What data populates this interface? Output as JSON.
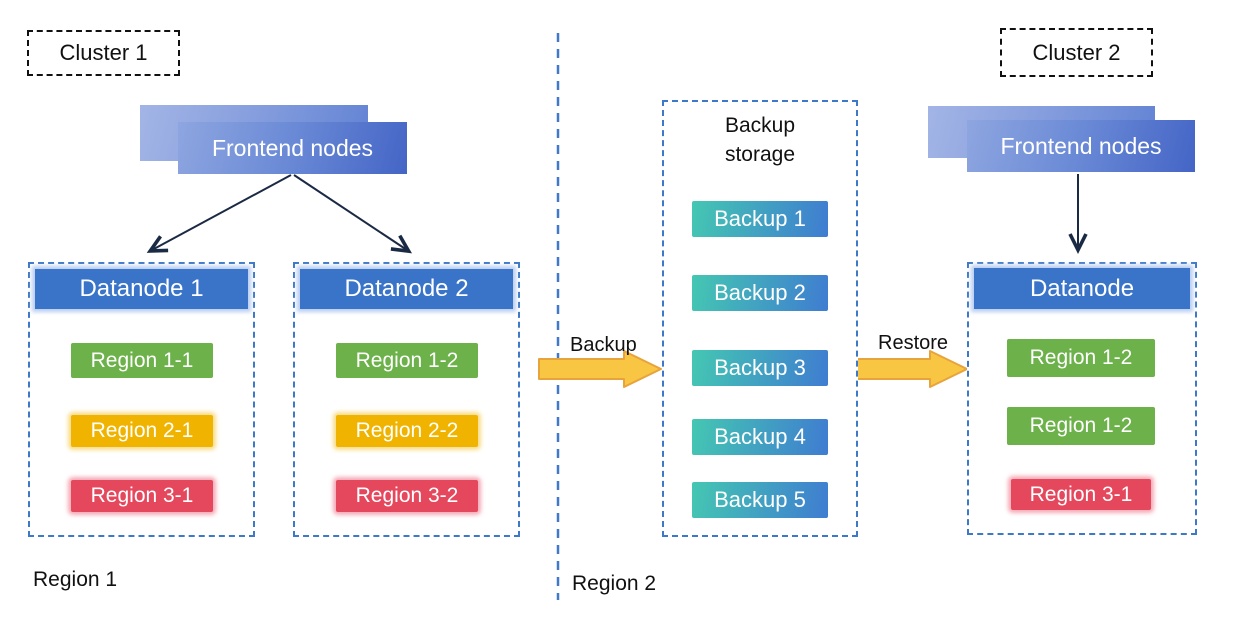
{
  "colors": {
    "dashed_blue": "#3e78c8",
    "header_blue": "#3a74c9",
    "region_green": "#6cb149",
    "region_yellow": "#f0b400",
    "region_red": "#e5485c",
    "backup_gradient_start": "#44c7b2",
    "backup_gradient_end": "#3f7cd1",
    "arrow_yellow_fill": "#f9c643",
    "arrow_yellow_border": "#e8a43c",
    "connector_dark": "#1b2a44"
  },
  "cluster1": {
    "label": "Cluster 1",
    "frontend_label": "Frontend nodes",
    "datanodes": [
      {
        "title": "Datanode 1",
        "regions": [
          {
            "label": "Region 1-1",
            "color": "green"
          },
          {
            "label": "Region 2-1",
            "color": "yellow"
          },
          {
            "label": "Region 3-1",
            "color": "red"
          }
        ]
      },
      {
        "title": "Datanode 2",
        "regions": [
          {
            "label": "Region 1-2",
            "color": "green"
          },
          {
            "label": "Region 2-2",
            "color": "yellow"
          },
          {
            "label": "Region 3-2",
            "color": "red"
          }
        ]
      }
    ],
    "region_footnote": "Region 1"
  },
  "flow": {
    "backup_label": "Backup",
    "restore_label": "Restore"
  },
  "backup_storage": {
    "title_line1": "Backup",
    "title_line2": "storage",
    "items": [
      "Backup 1",
      "Backup 2",
      "Backup 3",
      "Backup 4",
      "Backup 5"
    ],
    "region_footnote": "Region 2"
  },
  "cluster2": {
    "label": "Cluster 2",
    "frontend_label": "Frontend nodes",
    "datanode": {
      "title": "Datanode",
      "regions": [
        {
          "label": "Region 1-2",
          "color": "green"
        },
        {
          "label": "Region 1-2",
          "color": "green"
        },
        {
          "label": "Region 3-1",
          "color": "red"
        }
      ]
    }
  }
}
